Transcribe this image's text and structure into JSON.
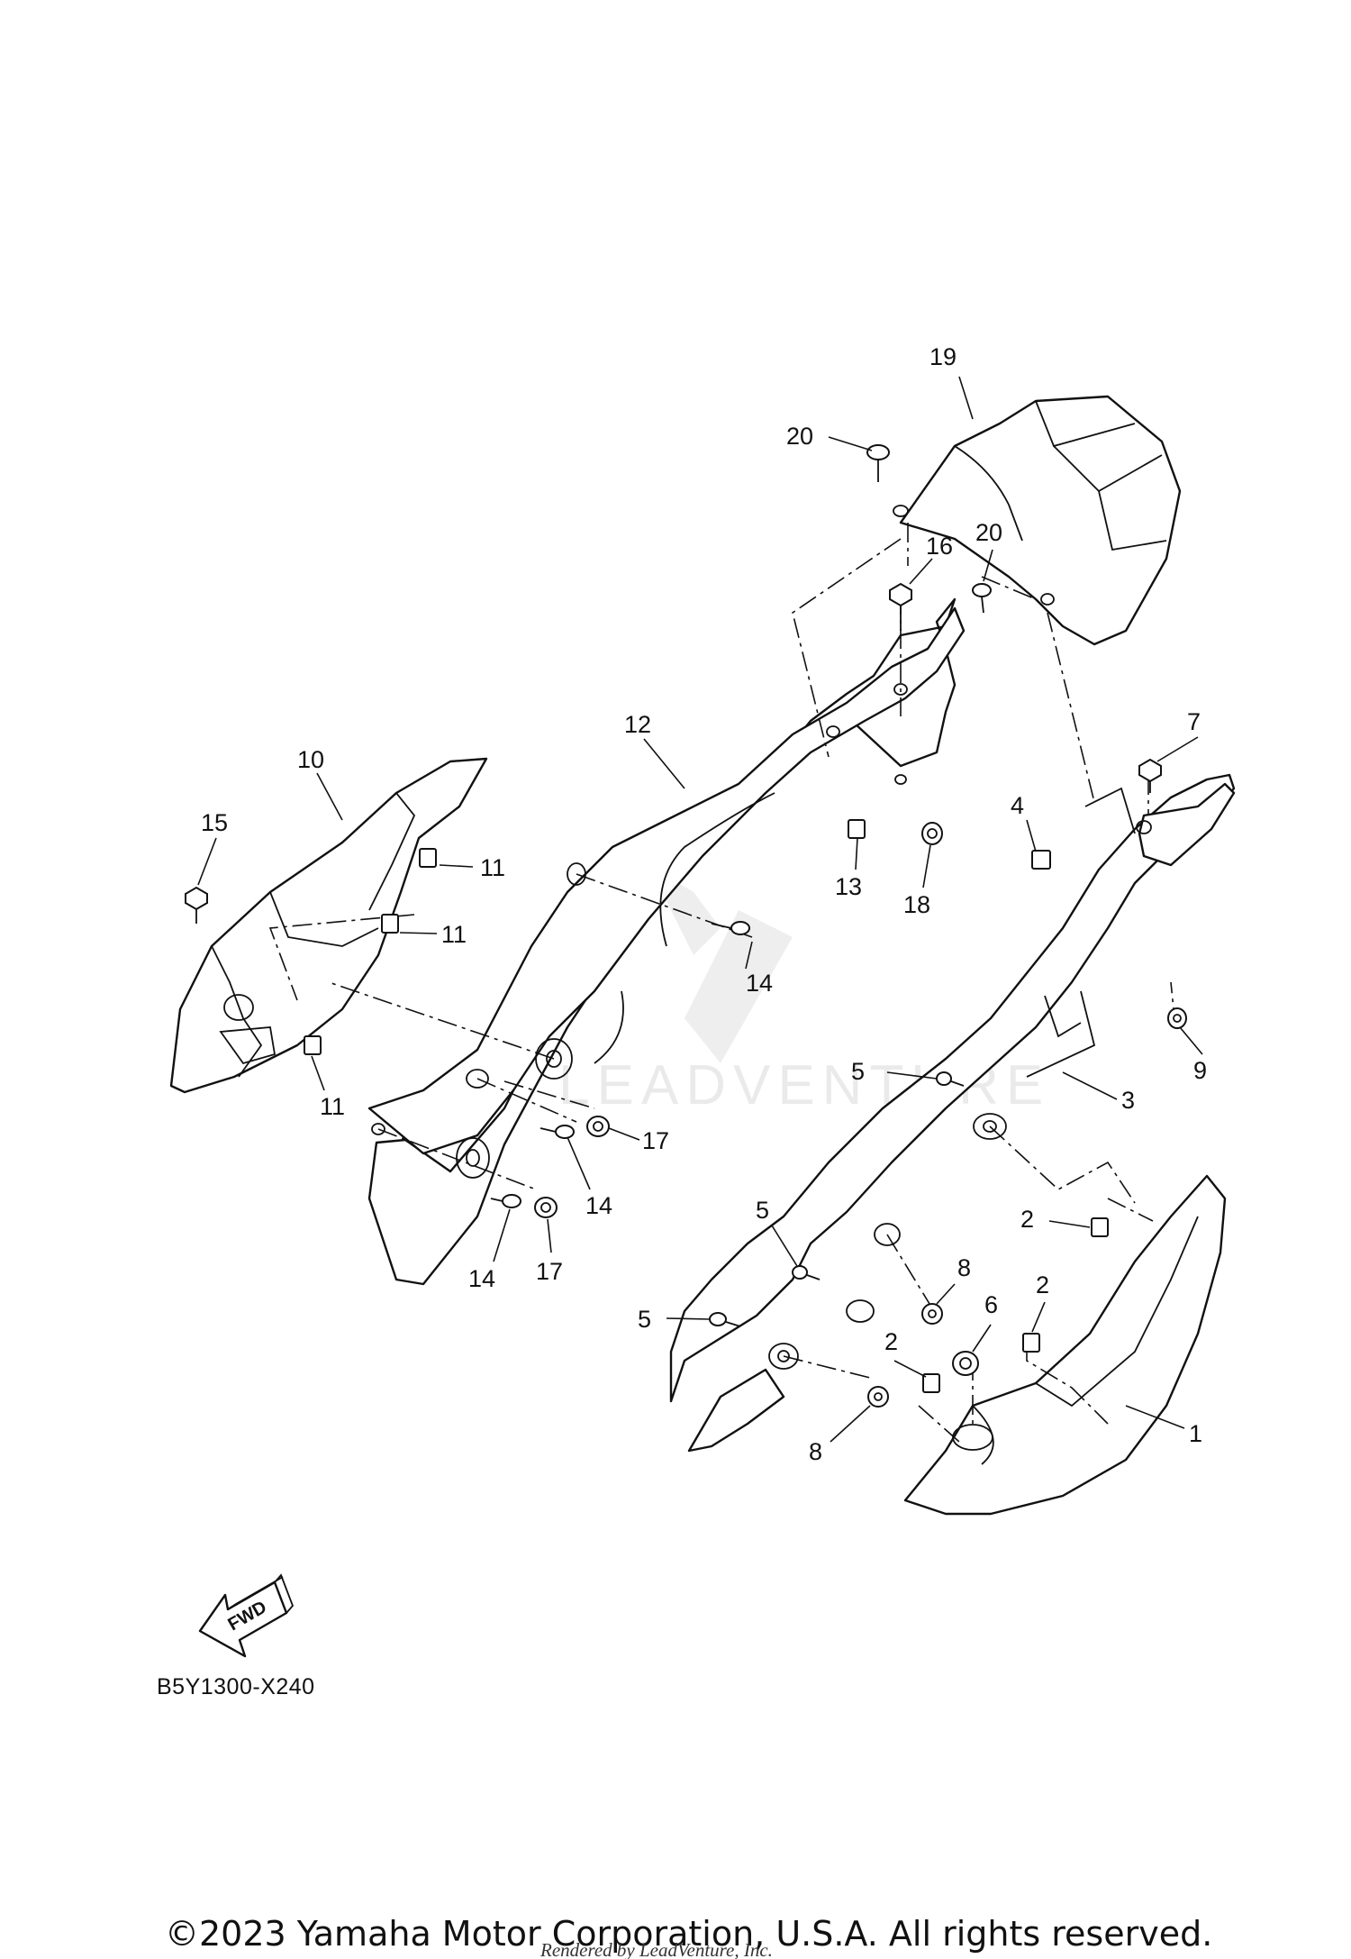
{
  "diagram": {
    "code": "B5Y1300-X240",
    "fwd_arrow_text": "FWD",
    "callouts": [
      {
        "id": "c19",
        "text": "19"
      },
      {
        "id": "c20a",
        "text": "20"
      },
      {
        "id": "c16",
        "text": "16"
      },
      {
        "id": "c20b",
        "text": "20"
      },
      {
        "id": "c12",
        "text": "12"
      },
      {
        "id": "c10",
        "text": "10"
      },
      {
        "id": "c15",
        "text": "15"
      },
      {
        "id": "c11a",
        "text": "11"
      },
      {
        "id": "c11b",
        "text": "11"
      },
      {
        "id": "c11c",
        "text": "11"
      },
      {
        "id": "c7",
        "text": "7"
      },
      {
        "id": "c4",
        "text": "4"
      },
      {
        "id": "c13",
        "text": "13"
      },
      {
        "id": "c18",
        "text": "18"
      },
      {
        "id": "c14a",
        "text": "14"
      },
      {
        "id": "c9",
        "text": "9"
      },
      {
        "id": "c5a",
        "text": "5"
      },
      {
        "id": "c3",
        "text": "3"
      },
      {
        "id": "c17a",
        "text": "17"
      },
      {
        "id": "c14b",
        "text": "14"
      },
      {
        "id": "c14c",
        "text": "14"
      },
      {
        "id": "c17b",
        "text": "17"
      },
      {
        "id": "c2a",
        "text": "2"
      },
      {
        "id": "c5b",
        "text": "5"
      },
      {
        "id": "c8a",
        "text": "8"
      },
      {
        "id": "c2b",
        "text": "2"
      },
      {
        "id": "c6",
        "text": "6"
      },
      {
        "id": "c5c",
        "text": "5"
      },
      {
        "id": "c2c",
        "text": "2"
      },
      {
        "id": "c1",
        "text": "1"
      },
      {
        "id": "c8b",
        "text": "8"
      }
    ]
  },
  "watermark_text": "LEADVENTURE",
  "footer": {
    "copyright": "©2023 Yamaha Motor Corporation, U.S.A. All rights reserved.",
    "rendered_by": "Rendered by LeadVenture, Inc."
  }
}
